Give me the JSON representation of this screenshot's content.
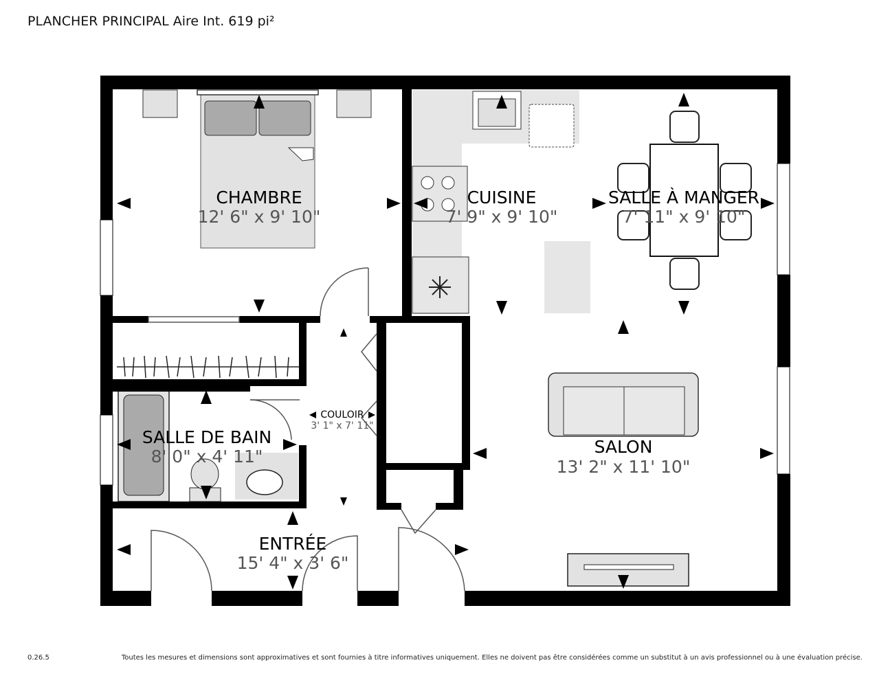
{
  "header": {
    "title": "PLANCHER PRINCIPAL Aire Int. 619 pi²"
  },
  "rooms": {
    "chambre": {
      "name": "CHAMBRE",
      "dim": "12' 6\" x 9' 10\""
    },
    "cuisine": {
      "name": "CUISINE",
      "dim": "7' 9\" x 9' 10\""
    },
    "salle_a_manger": {
      "name": "SALLE À MANGER",
      "dim": "7' 11\" x 9' 10\""
    },
    "couloir": {
      "name": "COULOIR",
      "dim": "3' 1\" x 7' 11\""
    },
    "salle_de_bain": {
      "name": "SALLE DE BAIN",
      "dim": "8' 0\" x 4' 11\""
    },
    "salon": {
      "name": "SALON",
      "dim": "13' 2\" x 11' 10\""
    },
    "entree": {
      "name": "ENTRÉE",
      "dim": "15' 4\" x 3' 6\""
    }
  },
  "footer": {
    "version": "0.26.5",
    "disclaimer": "Toutes les mesures et dimensions sont approximatives et sont fournies à titre informatives uniquement. Elles ne doivent pas être considérées comme un substitut à un avis professionnel ou à une évaluation précise."
  },
  "colors": {
    "wall": "#000000",
    "fixture": "#d9d9d9",
    "fixture_dark": "#9e9e9e",
    "label_dim": "#555555"
  }
}
